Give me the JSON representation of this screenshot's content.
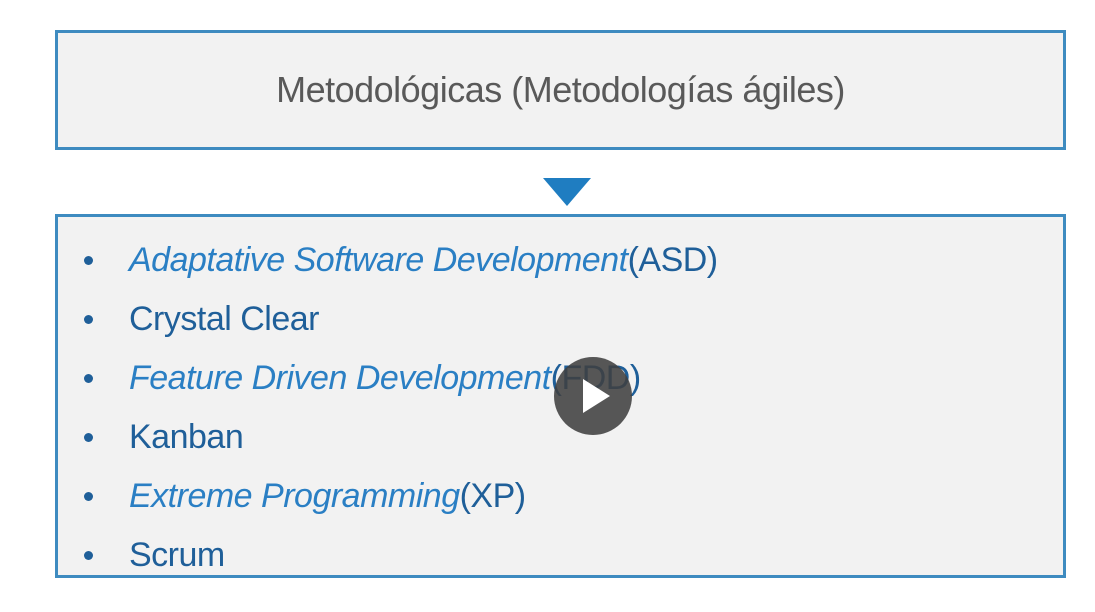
{
  "header": {
    "title": "Metodológicas (Metodologías ágiles)"
  },
  "methodologies": [
    {
      "name_italic": "Adaptative Software Development",
      "abbr": " (ASD)"
    },
    {
      "name_plain": "Crystal Clear"
    },
    {
      "name_italic": "Feature Driven Development",
      "abbr": " (FDD)"
    },
    {
      "name_plain": "Kanban"
    },
    {
      "name_italic": "Extreme Programming",
      "abbr": " (XP)"
    },
    {
      "name_plain": "Scrum"
    }
  ],
  "player": {
    "play_icon": "play-icon"
  },
  "colors": {
    "border": "#3e8bc0",
    "arrow": "#1f7dc1",
    "list_text": "#1f5f99",
    "italic_text": "#2a7fc4",
    "title_text": "#595959",
    "box_fill": "#f2f2f2"
  }
}
